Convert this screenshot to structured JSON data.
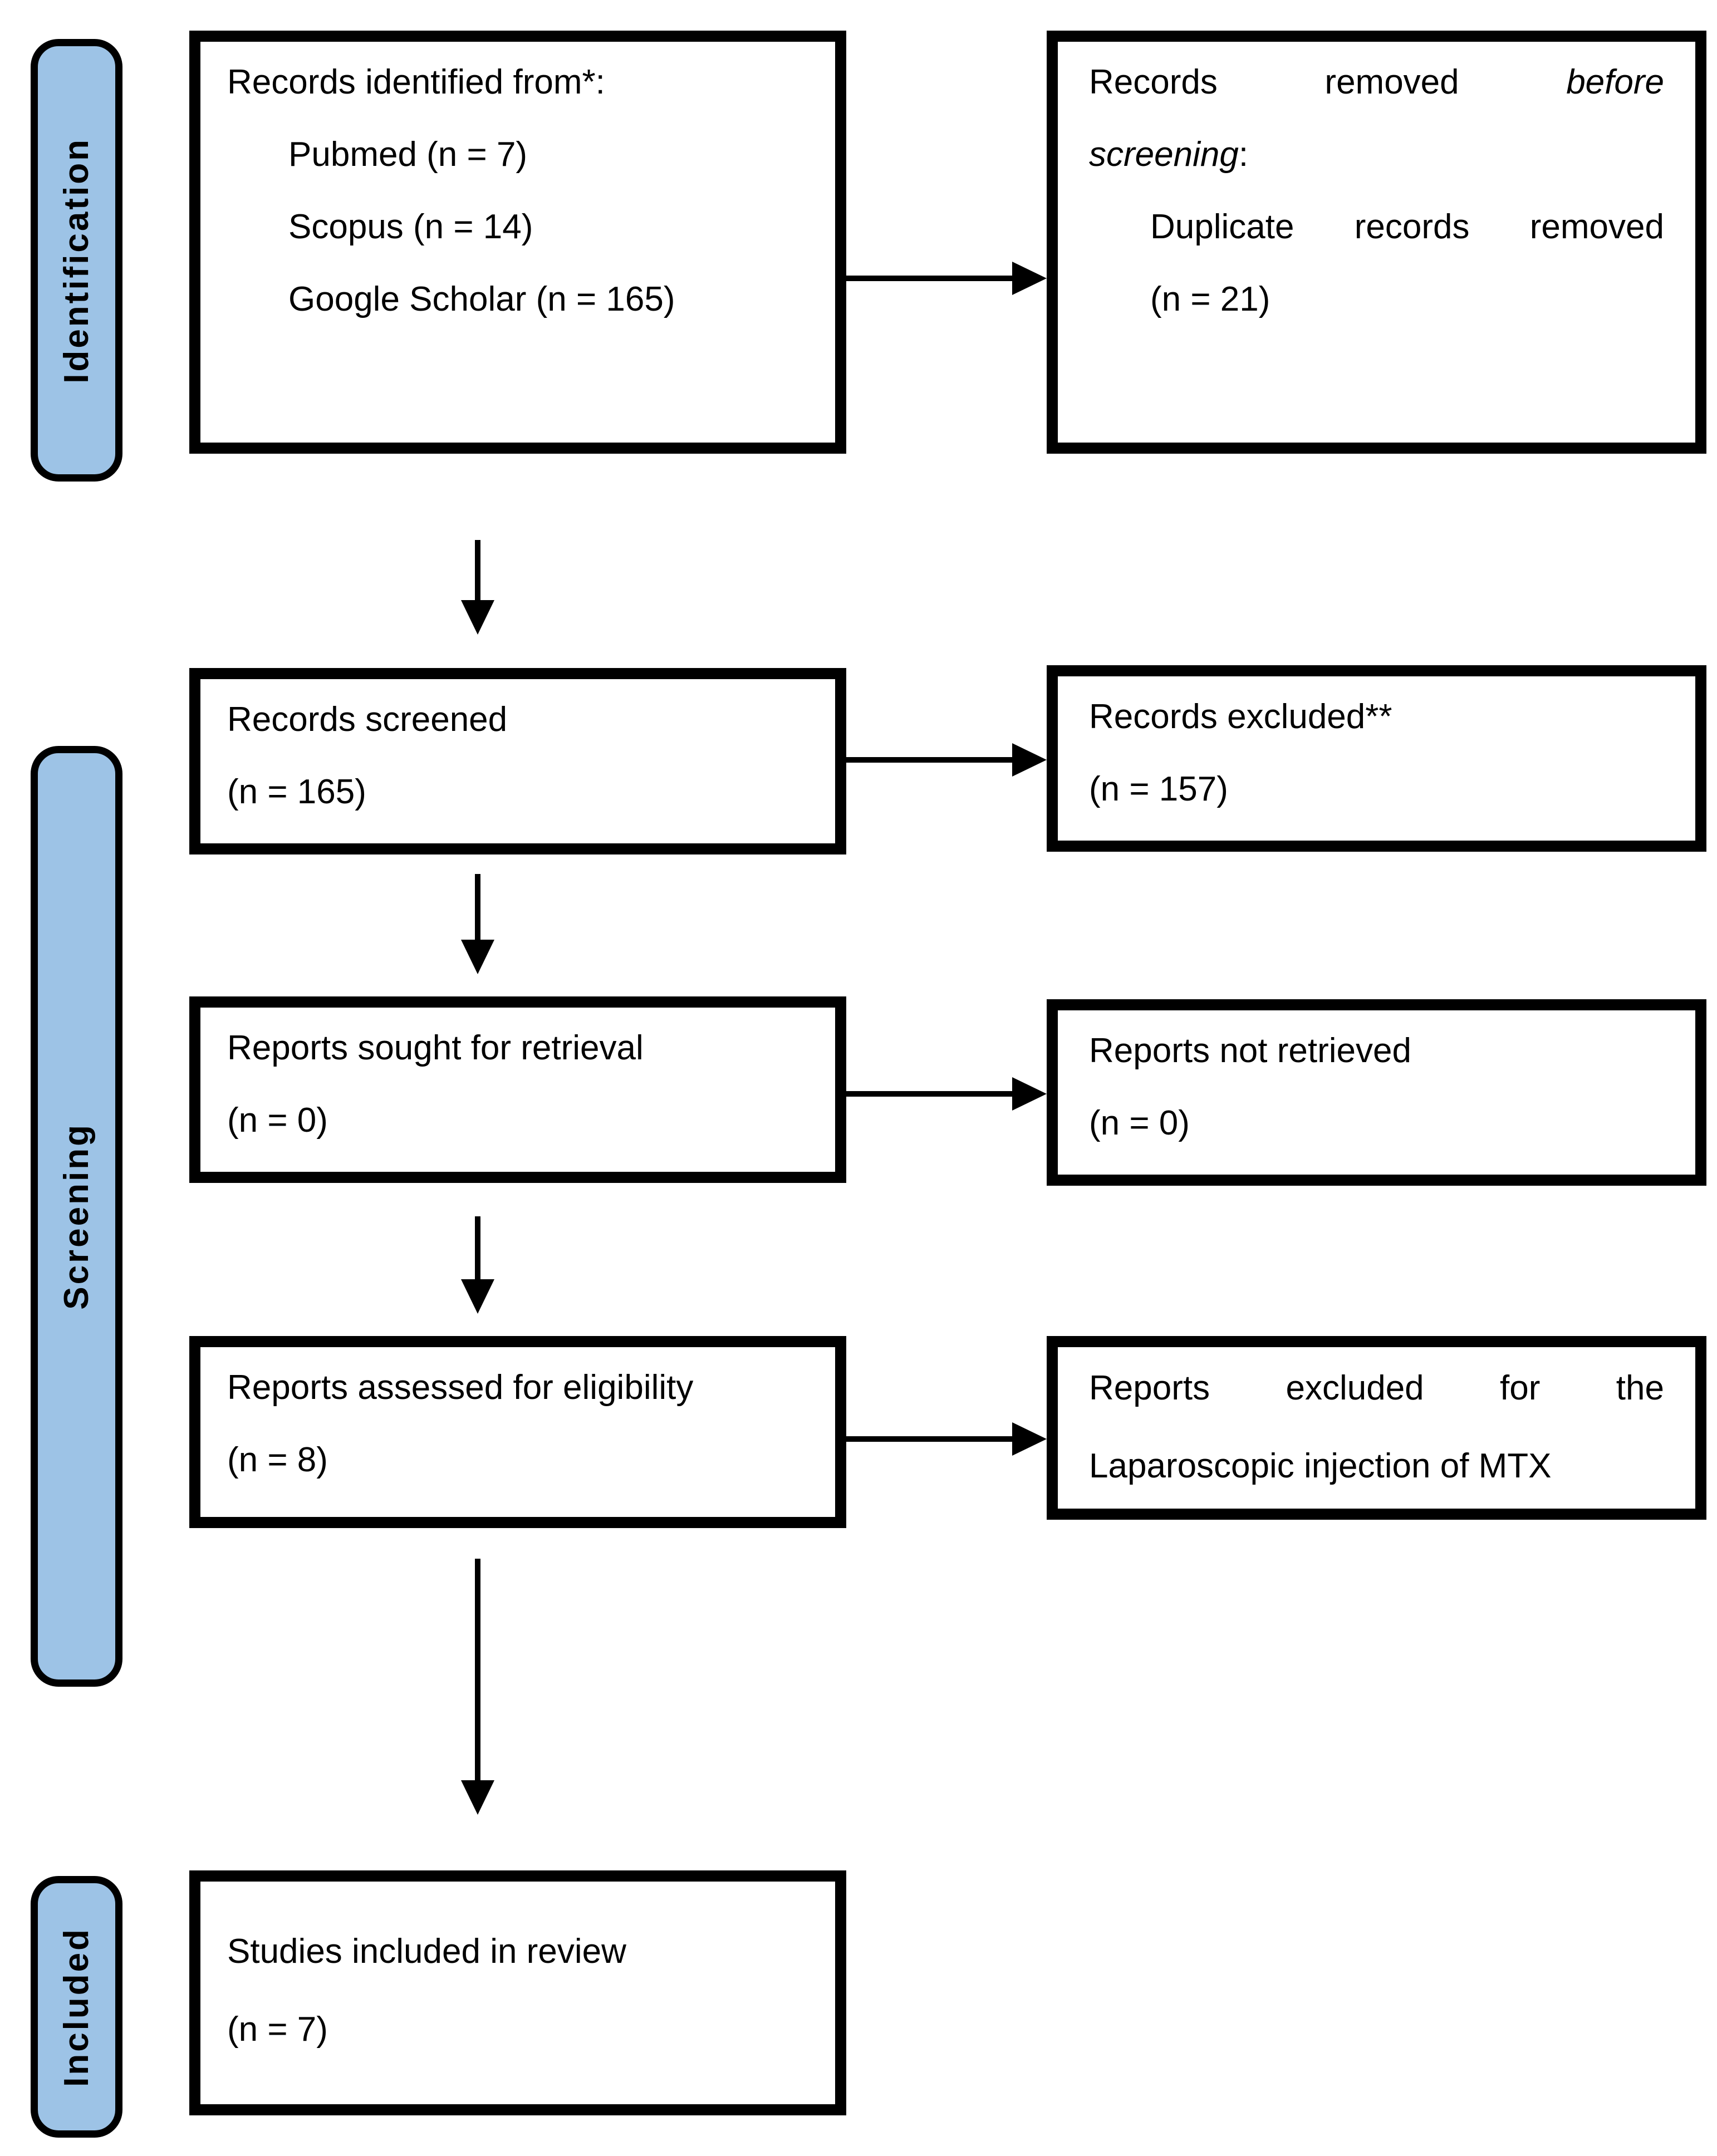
{
  "figure": {
    "type": "prisma-flow-diagram",
    "accent_blue": "#9DC3E6",
    "line_color": "#000000",
    "background": "#ffffff"
  },
  "sidebar": {
    "identification": "Identification",
    "screening": "Screening",
    "included": "Included"
  },
  "boxes": {
    "identified": {
      "title": "Records identified from*:",
      "items": [
        "Pubmed (n = 7)",
        "Scopus (n = 14)",
        "Google Scholar (n = 165)"
      ]
    },
    "removed": {
      "l1w1": "Records",
      "l1w2": "removed",
      "l1w3": "before",
      "l2a": "screening",
      "l2b": ":",
      "l3w1": "Duplicate",
      "l3w2": "records",
      "l3w3": "removed",
      "l4": "(n = 21)"
    },
    "screened": {
      "l1": "Records screened",
      "l2": "(n = 165)"
    },
    "excluded": {
      "l1": "Records excluded**",
      "l2": "(n = 157)"
    },
    "sought": {
      "l1": "Reports sought for retrieval",
      "l2": "(n = 0)"
    },
    "not_retrieved": {
      "l1": "Reports not retrieved",
      "l2": "(n = 0)"
    },
    "assessed": {
      "l1": "Reports assessed for eligibility",
      "l2": "(n = 8)"
    },
    "excluded_mtx": {
      "l1w1": "Reports",
      "l1w2": "excluded",
      "l1w3": "for",
      "l1w4": "the",
      "l2": "Laparoscopic injection of MTX"
    },
    "included": {
      "l1": "Studies included in review",
      "l2": "(n = 7)"
    }
  }
}
